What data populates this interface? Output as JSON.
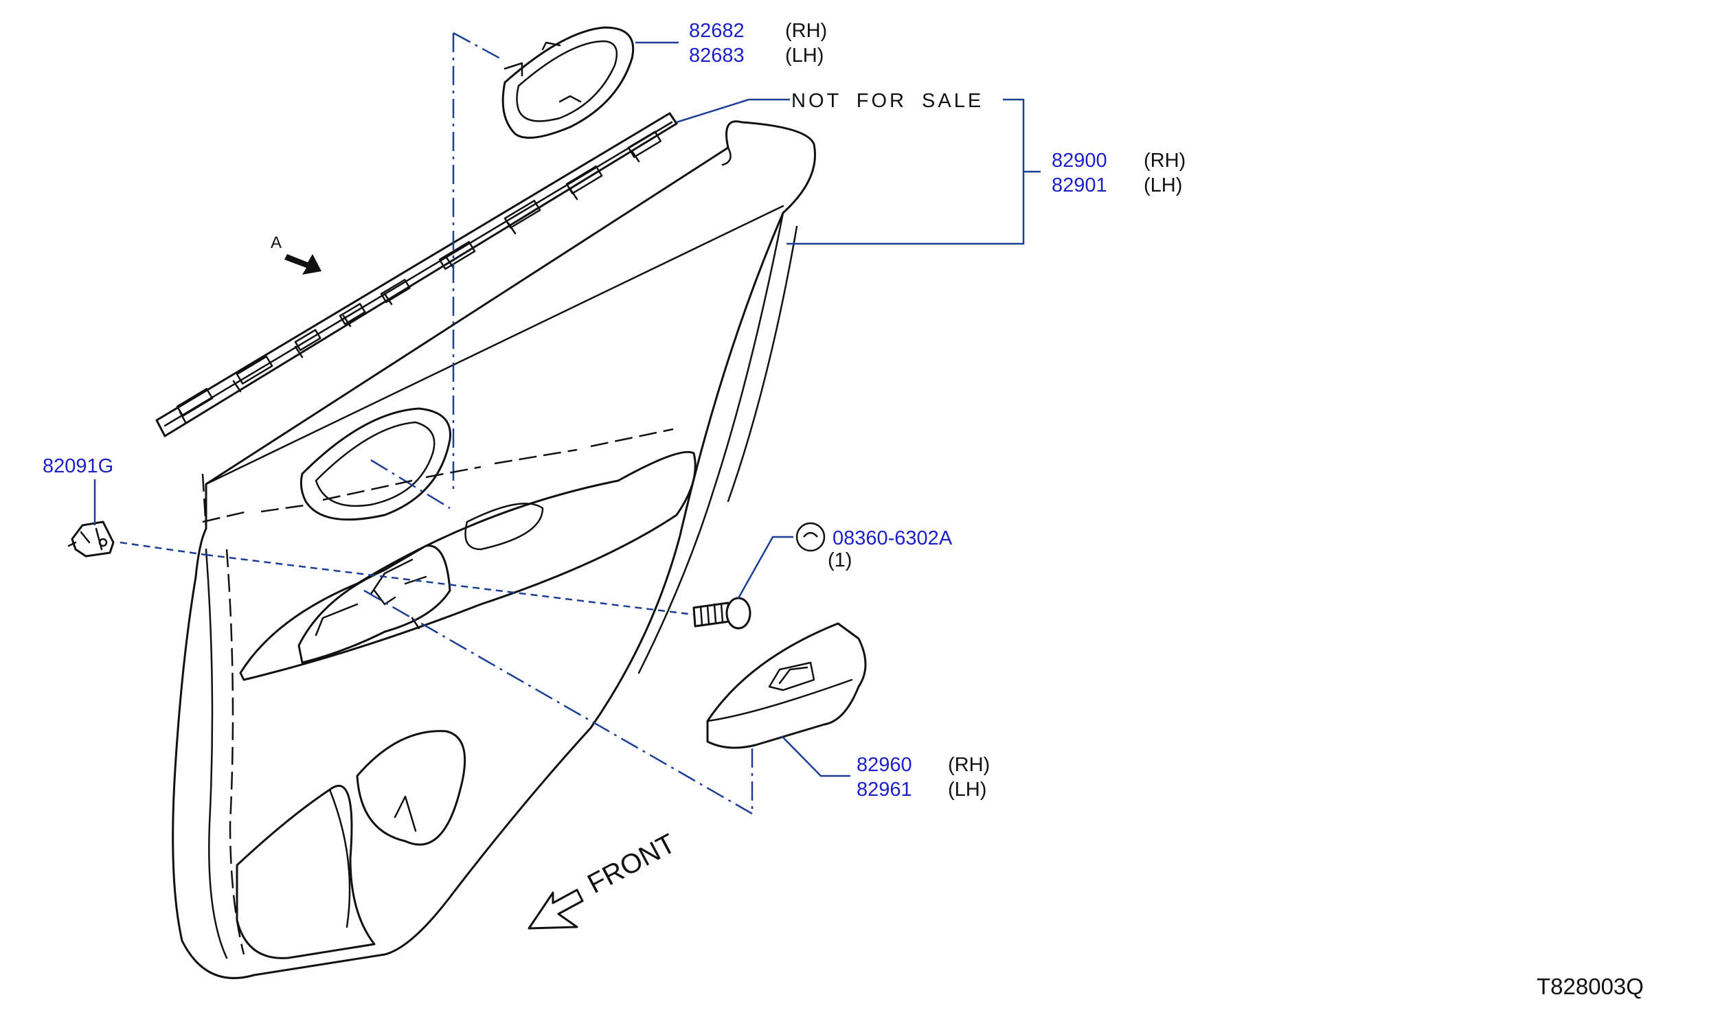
{
  "parts": [
    {
      "id": "armrest-finisher",
      "numbers": [
        "82682",
        "82683"
      ],
      "sides": [
        "(RH)",
        "(LH)"
      ]
    },
    {
      "id": "door-finisher",
      "note": "NOT  FOR  SALE",
      "numbers": [
        "82900",
        "82901"
      ],
      "sides": [
        "(RH)",
        "(LH)"
      ]
    },
    {
      "id": "clip",
      "numbers": [
        "82091G"
      ]
    },
    {
      "id": "screw",
      "numbers": [
        "08360-6302A"
      ],
      "qty": "(1)"
    },
    {
      "id": "switch-finisher",
      "numbers": [
        "82960",
        "82961"
      ],
      "sides": [
        "(RH)",
        "(LH)"
      ]
    }
  ],
  "view_marker": "A",
  "direction_label": "FRONT",
  "drawing_code": "T828003Q",
  "colors": {
    "part_number": "#1a1fc8",
    "leader": "#1c3f95",
    "outline": "#111111"
  }
}
